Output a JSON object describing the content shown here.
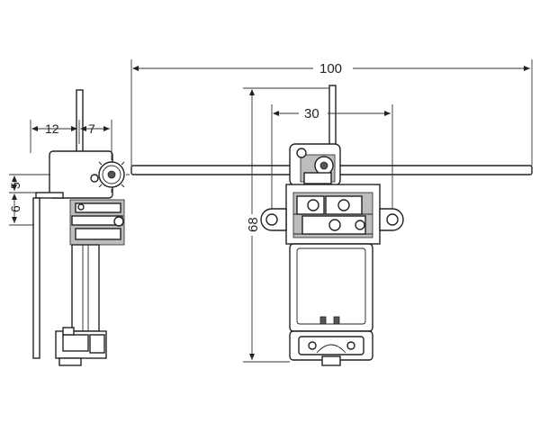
{
  "dimensions": {
    "overall_width": "100",
    "gear_span": "30",
    "height": "68",
    "side_offset_a": "12",
    "side_offset_b": "7",
    "side_height_a": "5",
    "side_height_b": "6"
  },
  "colors": {
    "line": "#222222",
    "background": "#ffffff",
    "shade": "#bdbdbd"
  }
}
